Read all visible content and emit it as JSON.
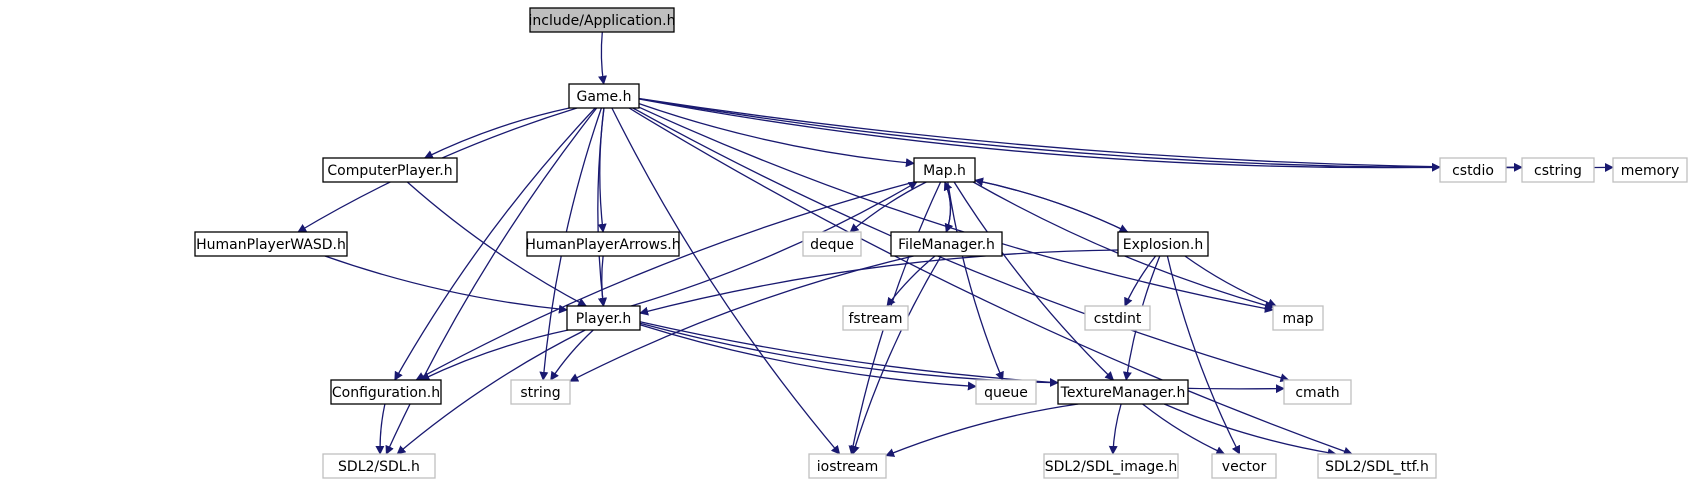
{
  "colors": {
    "edge": "#191970",
    "root_fill": "#bfbfbf",
    "box_border": "#000000",
    "external_border": "#bfbfbf",
    "background": "#ffffff"
  },
  "nodes": [
    {
      "id": "application",
      "label": "include/Application.h",
      "kind": "root"
    },
    {
      "id": "game",
      "label": "Game.h",
      "kind": "file"
    },
    {
      "id": "computerplayer",
      "label": "ComputerPlayer.h",
      "kind": "file"
    },
    {
      "id": "map",
      "label": "Map.h",
      "kind": "file"
    },
    {
      "id": "cstdio",
      "label": "cstdio",
      "kind": "external"
    },
    {
      "id": "cstring",
      "label": "cstring",
      "kind": "external"
    },
    {
      "id": "memory",
      "label": "memory",
      "kind": "external"
    },
    {
      "id": "humanwasd",
      "label": "HumanPlayerWASD.h",
      "kind": "file"
    },
    {
      "id": "humanarrows",
      "label": "HumanPlayerArrows.h",
      "kind": "file"
    },
    {
      "id": "deque",
      "label": "deque",
      "kind": "external"
    },
    {
      "id": "filemanager",
      "label": "FileManager.h",
      "kind": "file"
    },
    {
      "id": "explosion",
      "label": "Explosion.h",
      "kind": "file"
    },
    {
      "id": "player",
      "label": "Player.h",
      "kind": "file"
    },
    {
      "id": "fstream",
      "label": "fstream",
      "kind": "external"
    },
    {
      "id": "cstdint",
      "label": "cstdint",
      "kind": "external"
    },
    {
      "id": "mapstd",
      "label": "map",
      "kind": "external"
    },
    {
      "id": "configuration",
      "label": "Configuration.h",
      "kind": "file"
    },
    {
      "id": "string",
      "label": "string",
      "kind": "external"
    },
    {
      "id": "queue",
      "label": "queue",
      "kind": "external"
    },
    {
      "id": "texturemanager",
      "label": "TextureManager.h",
      "kind": "file"
    },
    {
      "id": "cmath",
      "label": "cmath",
      "kind": "external"
    },
    {
      "id": "sdl",
      "label": "SDL2/SDL.h",
      "kind": "external"
    },
    {
      "id": "iostream",
      "label": "iostream",
      "kind": "external"
    },
    {
      "id": "sdlimage",
      "label": "SDL2/SDL_image.h",
      "kind": "external"
    },
    {
      "id": "vector",
      "label": "vector",
      "kind": "external"
    },
    {
      "id": "sdlttf",
      "label": "SDL2/SDL_ttf.h",
      "kind": "external"
    }
  ],
  "edges": [
    {
      "from": "application",
      "to": "game"
    },
    {
      "from": "game",
      "to": "computerplayer"
    },
    {
      "from": "game",
      "to": "map"
    },
    {
      "from": "game",
      "to": "cstdio"
    },
    {
      "from": "game",
      "to": "cstring"
    },
    {
      "from": "game",
      "to": "memory"
    },
    {
      "from": "game",
      "to": "humanwasd"
    },
    {
      "from": "game",
      "to": "humanarrows"
    },
    {
      "from": "game",
      "to": "player"
    },
    {
      "from": "game",
      "to": "configuration"
    },
    {
      "from": "game",
      "to": "string"
    },
    {
      "from": "game",
      "to": "sdl"
    },
    {
      "from": "game",
      "to": "iostream"
    },
    {
      "from": "game",
      "to": "mapstd"
    },
    {
      "from": "game",
      "to": "cmath"
    },
    {
      "from": "game",
      "to": "sdlttf"
    },
    {
      "from": "computerplayer",
      "to": "player"
    },
    {
      "from": "humanwasd",
      "to": "player"
    },
    {
      "from": "humanarrows",
      "to": "player"
    },
    {
      "from": "map",
      "to": "deque"
    },
    {
      "from": "map",
      "to": "filemanager"
    },
    {
      "from": "map",
      "to": "explosion"
    },
    {
      "from": "map",
      "to": "configuration"
    },
    {
      "from": "map",
      "to": "iostream"
    },
    {
      "from": "map",
      "to": "queue"
    },
    {
      "from": "map",
      "to": "texturemanager"
    },
    {
      "from": "map",
      "to": "mapstd"
    },
    {
      "from": "filemanager",
      "to": "map"
    },
    {
      "from": "filemanager",
      "to": "fstream"
    },
    {
      "from": "filemanager",
      "to": "string"
    },
    {
      "from": "filemanager",
      "to": "iostream"
    },
    {
      "from": "explosion",
      "to": "map"
    },
    {
      "from": "explosion",
      "to": "player"
    },
    {
      "from": "explosion",
      "to": "cstdint"
    },
    {
      "from": "explosion",
      "to": "mapstd"
    },
    {
      "from": "explosion",
      "to": "texturemanager"
    },
    {
      "from": "explosion",
      "to": "vector"
    },
    {
      "from": "player",
      "to": "map"
    },
    {
      "from": "player",
      "to": "configuration"
    },
    {
      "from": "player",
      "to": "string"
    },
    {
      "from": "player",
      "to": "queue"
    },
    {
      "from": "player",
      "to": "texturemanager"
    },
    {
      "from": "player",
      "to": "cmath"
    },
    {
      "from": "player",
      "to": "sdl"
    },
    {
      "from": "configuration",
      "to": "sdl"
    },
    {
      "from": "texturemanager",
      "to": "iostream"
    },
    {
      "from": "texturemanager",
      "to": "sdlimage"
    },
    {
      "from": "texturemanager",
      "to": "vector"
    },
    {
      "from": "texturemanager",
      "to": "sdlttf"
    }
  ]
}
